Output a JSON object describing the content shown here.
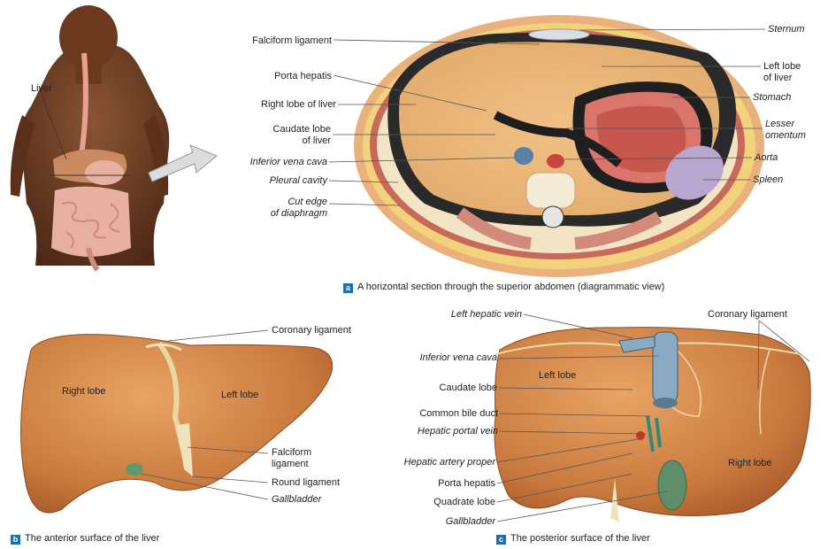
{
  "figure_a": {
    "body_label": "Liver",
    "left_labels": {
      "falciform": "Falciform ligament",
      "porta": "Porta hepatis",
      "right_lobe": "Right lobe of liver",
      "caudate_1": "Caudate lobe",
      "caudate_2": "of liver",
      "ivc": "Inferior vena cava",
      "pleural": "Pleural cavity",
      "cut_1": "Cut edge",
      "cut_2": "of diaphragm"
    },
    "right_labels": {
      "sternum": "Sternum",
      "left_lobe_1": "Left lobe",
      "left_lobe_2": "of liver",
      "stomach": "Stomach",
      "lesser_1": "Lesser",
      "lesser_2": "omentum",
      "aorta": "Aorta",
      "spleen": "Spleen"
    },
    "caption_badge": "a",
    "caption": "A horizontal section through the superior abdomen (diagrammatic view)"
  },
  "figure_b": {
    "right_lobe": "Right lobe",
    "left_lobe": "Left lobe",
    "coronary": "Coronary ligament",
    "falciform_1": "Falciform",
    "falciform_2": "ligament",
    "round": "Round ligament",
    "gallbladder": "Gallbladder",
    "caption_badge": "b",
    "caption": "The anterior surface of the liver"
  },
  "figure_c": {
    "left_hepatic_vein": "Left hepatic vein",
    "ivc": "Inferior vena cava",
    "caudate": "Caudate lobe",
    "common_bile": "Common bile duct",
    "portal_vein": "Hepatic portal vein",
    "artery": "Hepatic artery proper",
    "porta": "Porta hepatis",
    "quadrate": "Quadrate lobe",
    "gallbladder": "Gallbladder",
    "coronary": "Coronary ligament",
    "left_lobe": "Left lobe",
    "right_lobe": "Right lobe",
    "caption_badge": "c",
    "caption": "The posterior surface of the liver"
  }
}
